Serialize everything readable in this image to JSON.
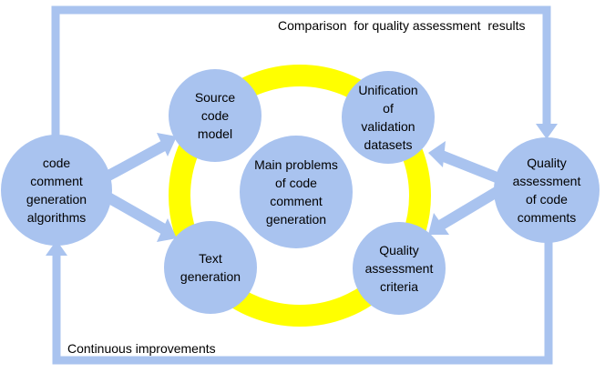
{
  "colors": {
    "circle": "#a9c3ef",
    "ring": "#ffff00",
    "arrow": "#a9c3ef",
    "text": "#000000"
  },
  "nodes": {
    "algorithms": "code\ncomment\ngeneration\nalgorithms",
    "source_model": "Source\ncode\nmodel",
    "unification": "Unification\nof\nvalidation\ndatasets",
    "main_problems": "Main problems\nof code\ncomment\ngeneration",
    "text_generation": "Text\ngeneration",
    "quality_criteria": "Quality\nassessment\ncriteria",
    "quality_assessment": "Quality\nassessment\nof code\ncomments"
  },
  "edges": {
    "top_label": "Comparison  for quality assessment  results",
    "bottom_label": "Continuous improvements"
  }
}
